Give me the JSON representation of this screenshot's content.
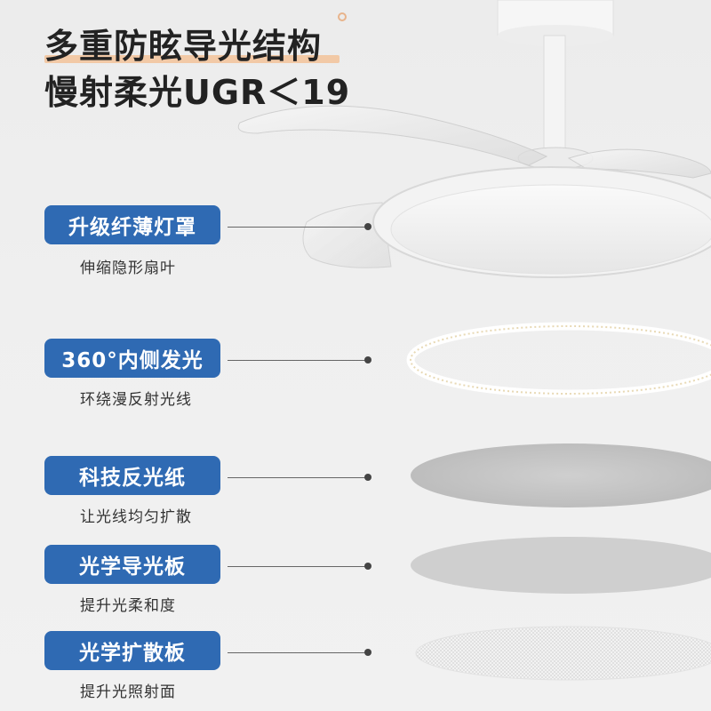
{
  "title": {
    "line1": "多重防眩导光结构",
    "line2": "慢射柔光UGR＜19"
  },
  "layers": [
    {
      "badge": "升级纤薄灯罩",
      "caption": "伸缩隐形扇叶"
    },
    {
      "badge": "360°内侧发光",
      "caption": "环绕漫反射光线"
    },
    {
      "badge": "科技反光纸",
      "caption": "让光线均匀扩散"
    },
    {
      "badge": "光学导光板",
      "caption": "提升光柔和度"
    },
    {
      "badge": "光学扩散板",
      "caption": "提升光照射面"
    }
  ],
  "colors": {
    "badge": "#2f6ab3",
    "underline": "#f2c9a6"
  }
}
